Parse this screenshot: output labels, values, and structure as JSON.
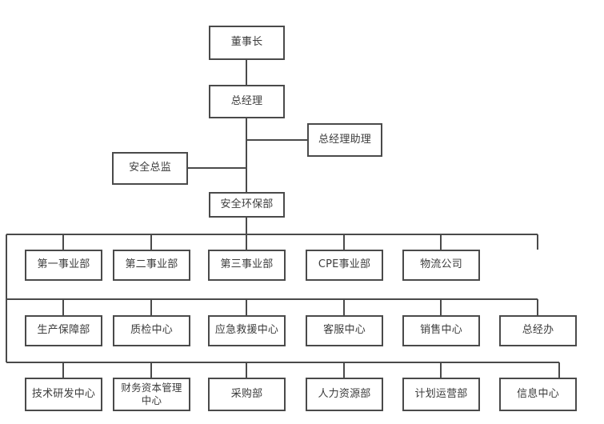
{
  "chart_data": {
    "type": "diagram",
    "title": "",
    "subtype": "organization-chart",
    "orientation": "top-down",
    "style": {
      "box_border_color": "#4a4a4a",
      "box_fill_color": "#ffffff",
      "line_color": "#4a4a4a",
      "text_color": "#3c3c3c",
      "background": "#ffffff"
    },
    "levels": [
      {
        "level": 0,
        "nodes": [
          "董事长"
        ]
      },
      {
        "level": 1,
        "nodes": [
          "总经理"
        ]
      },
      {
        "level": 2,
        "nodes": [
          "总经理助理",
          "安全总监"
        ]
      },
      {
        "level": 3,
        "nodes": [
          "安全环保部"
        ]
      },
      {
        "level": 4,
        "nodes": [
          "第一事业部",
          "第二事业部",
          "第三事业部",
          "CPE事业部",
          "物流公司"
        ]
      },
      {
        "level": 5,
        "nodes": [
          "生产保障部",
          "质检中心",
          "应急救援中心",
          "客服中心",
          "销售中心",
          "总经办"
        ]
      },
      {
        "level": 6,
        "nodes": [
          "技术研发中心",
          "财务资本管理中心",
          "采购部",
          "人力资源部",
          "计划运营部",
          "信息中心"
        ]
      }
    ],
    "edges": [
      {
        "from": "董事长",
        "to": "总经理"
      },
      {
        "from": "总经理",
        "to": "总经理助理"
      },
      {
        "from": "总经理",
        "to": "安全总监"
      },
      {
        "from": "总经理",
        "to": "安全环保部"
      },
      {
        "from": "安全环保部",
        "to": "第一事业部"
      },
      {
        "from": "安全环保部",
        "to": "第二事业部"
      },
      {
        "from": "安全环保部",
        "to": "第三事业部"
      },
      {
        "from": "安全环保部",
        "to": "CPE事业部"
      },
      {
        "from": "安全环保部",
        "to": "物流公司"
      },
      {
        "from": "安全环保部",
        "to": "生产保障部"
      },
      {
        "from": "安全环保部",
        "to": "质检中心"
      },
      {
        "from": "安全环保部",
        "to": "应急救援中心"
      },
      {
        "from": "安全环保部",
        "to": "客服中心"
      },
      {
        "from": "安全环保部",
        "to": "销售中心"
      },
      {
        "from": "安全环保部",
        "to": "总经办"
      },
      {
        "from": "安全环保部",
        "to": "技术研发中心"
      },
      {
        "from": "安全环保部",
        "to": "财务资本管理中心"
      },
      {
        "from": "安全环保部",
        "to": "采购部"
      },
      {
        "from": "安全环保部",
        "to": "人力资源部"
      },
      {
        "from": "安全环保部",
        "to": "计划运营部"
      },
      {
        "from": "安全环保部",
        "to": "信息中心"
      }
    ]
  },
  "nodes": {
    "chairman": "董事长",
    "general_manager": "总经理",
    "gm_assistant": "总经理助理",
    "safety_director": "安全总监",
    "safety_env_dept": "安全环保部",
    "div1": "第一事业部",
    "div2": "第二事业部",
    "div3": "第三事业部",
    "div_cpe": "CPE事业部",
    "logistics": "物流公司",
    "production": "生产保障部",
    "quality": "质检中心",
    "emergency": "应急救援中心",
    "customer_service": "客服中心",
    "sales": "销售中心",
    "gm_office": "总经办",
    "rnd": "技术研发中心",
    "finance": "财务资本管理中心",
    "procurement": "采购部",
    "hr": "人力资源部",
    "planning": "计划运营部",
    "information": "信息中心"
  }
}
